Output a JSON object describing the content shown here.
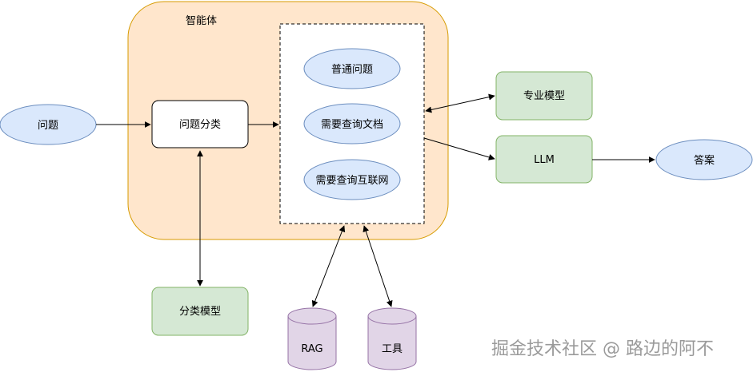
{
  "container": {
    "label": "智能体",
    "fill": "#ffe6cc",
    "stroke": "#d79b00"
  },
  "nodes": {
    "question": "问题",
    "classify": "问题分类",
    "normal": "普通问题",
    "query_docs": "需要查询文档",
    "query_web": "需要查询互联网",
    "pro_model": "专业模型",
    "llm": "LLM",
    "answer": "答案",
    "cls_model": "分类模型",
    "rag": "RAG",
    "tools": "工具"
  },
  "colors": {
    "ellipse_fill": "#dae8fc",
    "ellipse_stroke": "#6c8ebf",
    "green_fill": "#d5e8d4",
    "green_stroke": "#82b366",
    "db_fill": "#e1d5e7",
    "db_stroke": "#9673a6"
  },
  "watermark": "掘金技术社区 @ 路边的阿不"
}
